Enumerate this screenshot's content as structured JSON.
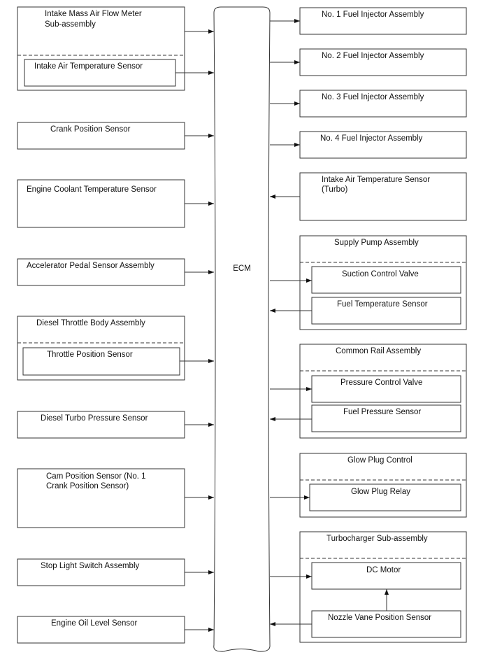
{
  "ecm": "ECM",
  "inputs": {
    "maf": {
      "title_line1": "Intake Mass Air Flow Meter",
      "title_line2": "Sub-assembly",
      "sub": "Intake Air Temperature Sensor"
    },
    "crank": "Crank Position Sensor",
    "coolant": "Engine Coolant Temperature Sensor",
    "accel": "Accelerator Pedal Sensor Assembly",
    "throttle": {
      "title": "Diesel Throttle Body Assembly",
      "sub": "Throttle Position Sensor"
    },
    "turbo_pressure": "Diesel Turbo Pressure Sensor",
    "cam": {
      "line1": "Cam Position Sensor (No. 1",
      "line2": "Crank Position Sensor)"
    },
    "stop_light": "Stop Light Switch Assembly",
    "oil_level": "Engine Oil Level Sensor"
  },
  "outputs": {
    "inj1": "No. 1 Fuel Injector Assembly",
    "inj2": "No. 2 Fuel Injector Assembly",
    "inj3": "No. 3 Fuel Injector Assembly",
    "inj4": "No. 4 Fuel Injector Assembly",
    "iat_turbo": {
      "line1": "Intake Air Temperature Sensor",
      "line2": "(Turbo)"
    },
    "supply_pump": {
      "title": "Supply Pump Assembly",
      "scv": "Suction Control Valve",
      "fuel_temp": "Fuel Temperature Sensor"
    },
    "common_rail": {
      "title": "Common Rail Assembly",
      "pcv": "Pressure Control Valve",
      "fuel_pressure": "Fuel Pressure Sensor"
    },
    "glow": {
      "title": "Glow Plug Control",
      "relay": "Glow Plug Relay"
    },
    "turbocharger": {
      "title": "Turbocharger Sub-assembly",
      "dc_motor": "DC Motor",
      "nozzle": "Nozzle Vane Position Sensor"
    }
  }
}
